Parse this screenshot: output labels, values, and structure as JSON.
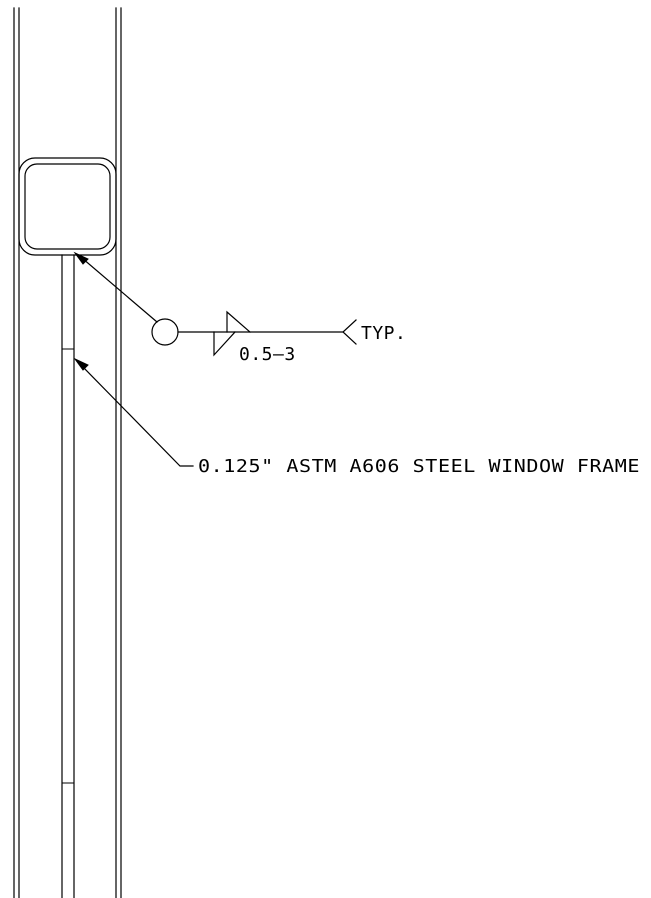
{
  "drawing": {
    "weld_symbol": {
      "size_length": "0.5–3",
      "tail_note": "TYP."
    },
    "callout": {
      "label": "0.125\" ASTM A606 STEEL WINDOW FRAME"
    }
  }
}
